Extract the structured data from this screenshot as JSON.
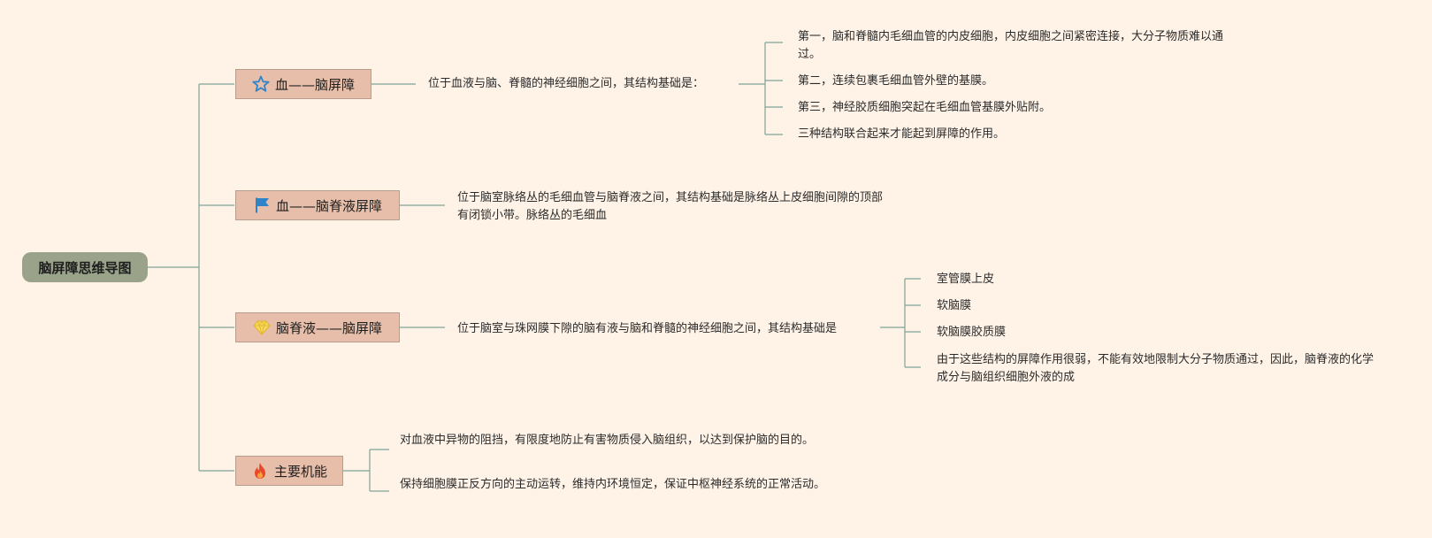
{
  "root": {
    "label": "脑屏障思维导图"
  },
  "branches": [
    {
      "label": "血——脑屏障",
      "icon": "star-icon",
      "desc": "位于血液与脑、脊髓的神经细胞之间，其结构基础是：",
      "items": [
        "第一，脑和脊髓内毛细血管的内皮细胞，内皮细胞之间紧密连接，大分子物质难以通过。",
        "第二，连续包裹毛细血管外壁的基膜。",
        "第三，神经胶质细胞突起在毛细血管基膜外贴附。",
        "三种结构联合起来才能起到屏障的作用。"
      ]
    },
    {
      "label": "血——脑脊液屏障",
      "icon": "flag-icon",
      "desc": "位于脑室脉络丛的毛细血管与脑脊液之间，其结构基础是脉络丛上皮细胞间隙的顶部有闭锁小带。脉络丛的毛细血"
    },
    {
      "label": "脑脊液——脑屏障",
      "icon": "diamond-icon",
      "desc": "位于脑室与珠网膜下隙的脑有液与脑和脊髓的神经细胞之间，其结构基础是",
      "items": [
        "室管膜上皮",
        "软脑膜",
        "软脑膜胶质膜",
        "由于这些结构的屏障作用很弱，不能有效地限制大分子物质通过，因此，脑脊液的化学成分与脑组织细胞外液的成"
      ]
    },
    {
      "label": "主要机能",
      "icon": "fire-icon",
      "items": [
        "对血液中异物的阻挡，有限度地防止有害物质侵入脑组织，以达到保护脑的目的。",
        "保持细胞膜正反方向的主动运转，维持内环境恒定，保证中枢神经系统的正常活动。"
      ]
    }
  ],
  "colors": {
    "background": "#fff3e8",
    "root_fill": "#9aa389",
    "topic_fill": "#e7bea9",
    "line": "#6f9a8a"
  }
}
